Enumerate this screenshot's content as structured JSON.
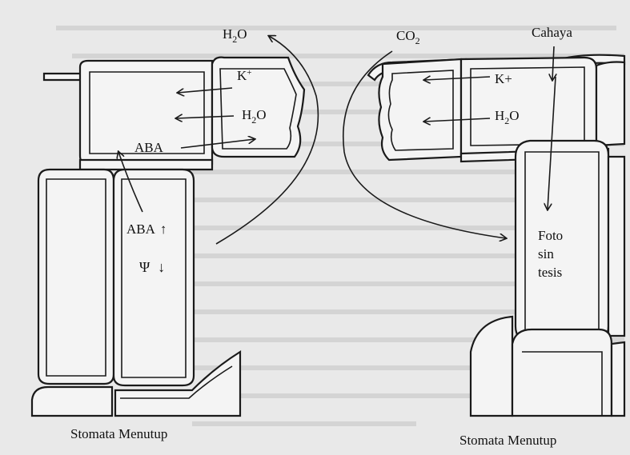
{
  "left_panel": {
    "h2o_top": "H",
    "h2o_top_sub": "2",
    "h2o_top_tail": "O",
    "k_ion": "K",
    "k_sup": "+",
    "h2o_mid": "H",
    "h2o_mid_sub": "2",
    "h2o_mid_tail": "O",
    "aba_upper": "ABA",
    "aba_lower": "ABA",
    "aba_up_symbol": "↑",
    "psi": "Ψ",
    "psi_down_symbol": "↓",
    "caption": "Stomata Menutup"
  },
  "right_panel": {
    "co2": "CO",
    "co2_sub": "2",
    "light": "Cahaya",
    "k_ion": "K+",
    "h2o": "H",
    "h2o_sub": "2",
    "h2o_tail": "O",
    "photosynthesis_line1": "Foto",
    "photosynthesis_line2": "sin",
    "photosynthesis_line3": "tesis",
    "caption": "Stomata Menutup"
  }
}
